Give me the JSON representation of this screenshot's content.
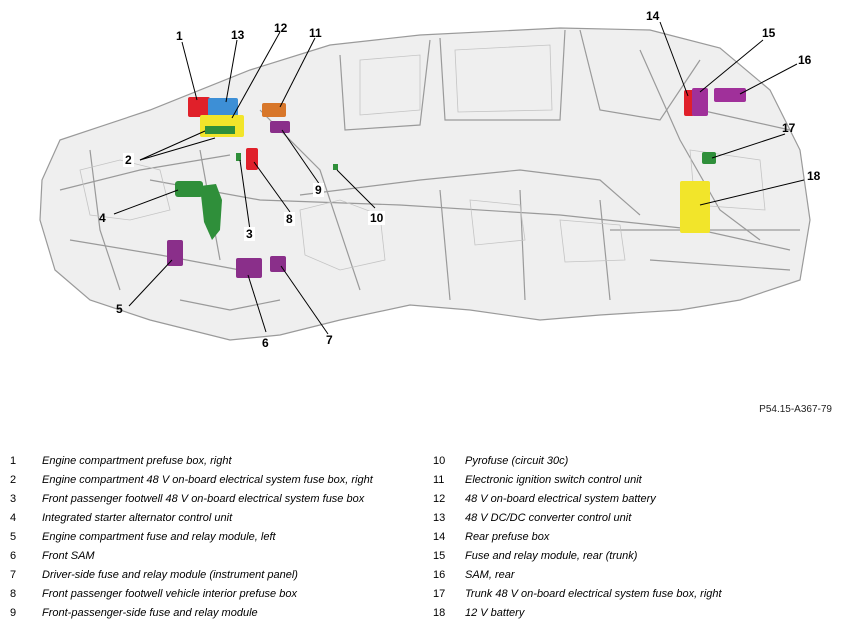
{
  "reference_code": "P54.15-A367-79",
  "legend": [
    {
      "num": "1",
      "text": "Engine compartment prefuse box, right"
    },
    {
      "num": "2",
      "text": "Engine compartment 48 V on-board electrical system fuse box, right"
    },
    {
      "num": "3",
      "text": "Front passenger footwell 48 V on-board electrical system fuse box"
    },
    {
      "num": "4",
      "text": "Integrated starter alternator control unit"
    },
    {
      "num": "5",
      "text": "Engine compartment fuse and relay module, left"
    },
    {
      "num": "6",
      "text": "Front SAM"
    },
    {
      "num": "7",
      "text": "Driver-side fuse and relay module (instrument panel)"
    },
    {
      "num": "8",
      "text": "Front passenger footwell vehicle interior prefuse box"
    },
    {
      "num": "9",
      "text": "Front-passenger-side fuse and relay module"
    },
    {
      "num": "10",
      "text": "Pyrofuse (circuit 30c)"
    },
    {
      "num": "11",
      "text": "Electronic ignition switch control unit"
    },
    {
      "num": "12",
      "text": "48 V on-board electrical system battery"
    },
    {
      "num": "13",
      "text": "48 V DC/DC converter control unit"
    },
    {
      "num": "14",
      "text": "Rear prefuse box"
    },
    {
      "num": "15",
      "text": "Fuse and relay module, rear (trunk)"
    },
    {
      "num": "16",
      "text": "SAM, rear"
    },
    {
      "num": "17",
      "text": "Trunk 48 V on-board electrical system fuse box, right"
    },
    {
      "num": "18",
      "text": "12 V battery"
    }
  ],
  "callouts": [
    "1",
    "2",
    "3",
    "4",
    "5",
    "6",
    "7",
    "8",
    "9",
    "10",
    "11",
    "12",
    "13",
    "14",
    "15",
    "16",
    "17",
    "18"
  ],
  "colors": {
    "red": "#e0202a",
    "blue": "#3d8fd6",
    "yellow": "#f2e52a",
    "orange": "#d8772a",
    "green": "#2f8f3a",
    "purple": "#8a2f8a",
    "magenta": "#a0309a",
    "body_line": "#9a9a9a",
    "body_fill": "#e9e9e9"
  }
}
